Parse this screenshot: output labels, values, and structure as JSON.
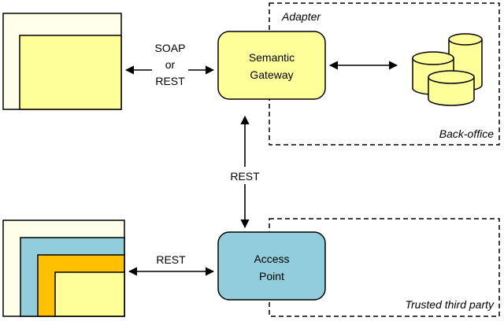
{
  "colors": {
    "paper": "#ffffea",
    "yellow": "#ffff9a",
    "blue": "#92cddc",
    "orange": "#ffc000",
    "stroke": "#000000"
  },
  "zones": {
    "adapter": "Adapter",
    "back_office": "Back-office",
    "trusted_third_party": "Trusted third party"
  },
  "nodes": {
    "semantic_gateway": [
      "Semantic",
      "Gateway"
    ],
    "access_point": [
      "Access",
      "Point"
    ],
    "back_office_db": {
      "icon": "database-cylinders-icon"
    },
    "client_top": {
      "icon": "application-window-icon"
    },
    "client_bottom": {
      "icon": "nested-application-windows-icon"
    }
  },
  "connectors": {
    "client_to_gateway": [
      "SOAP",
      "or",
      "REST"
    ],
    "gateway_to_access_point": "REST",
    "client_to_access_point": "REST"
  }
}
